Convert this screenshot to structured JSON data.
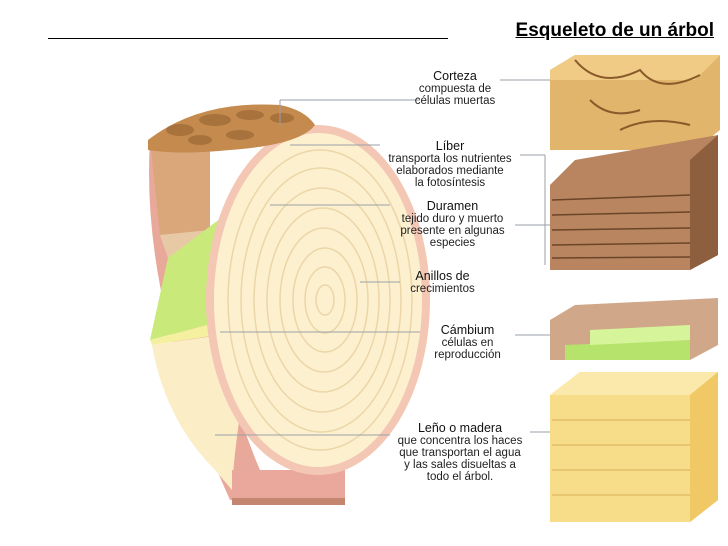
{
  "title": "Esqueleto de un árbol",
  "labels": [
    {
      "id": "corteza",
      "heading": "Corteza",
      "lines": [
        "compuesta de",
        "células muertas"
      ]
    },
    {
      "id": "liber",
      "heading": "Líber",
      "lines": [
        "transporta los nutrientes",
        "elaborados mediante",
        "la fotosíntesis"
      ]
    },
    {
      "id": "duramen",
      "heading": "Duramen",
      "lines": [
        "tejido duro y muerto",
        "presente en algunas",
        "especies"
      ]
    },
    {
      "id": "anillos",
      "heading": "Anillos de",
      "lines": [
        "crecimientos"
      ]
    },
    {
      "id": "cambium",
      "heading": "Cámbium",
      "lines": [
        "células en",
        "reproducción"
      ]
    },
    {
      "id": "leno",
      "heading": "Leño o madera",
      "lines": [
        "que concentra los haces",
        "que transportan el agua",
        "y las sales disueltas a",
        "todo el árbol."
      ]
    }
  ],
  "colors": {
    "bark": "#c9a060",
    "bark_dark": "#6b4a22",
    "liber": "#c98a5a",
    "pink": "#f2c4b8",
    "cambium": "#b5e36b",
    "wood": "#fbeec7",
    "ring": "#e8d2a0"
  }
}
